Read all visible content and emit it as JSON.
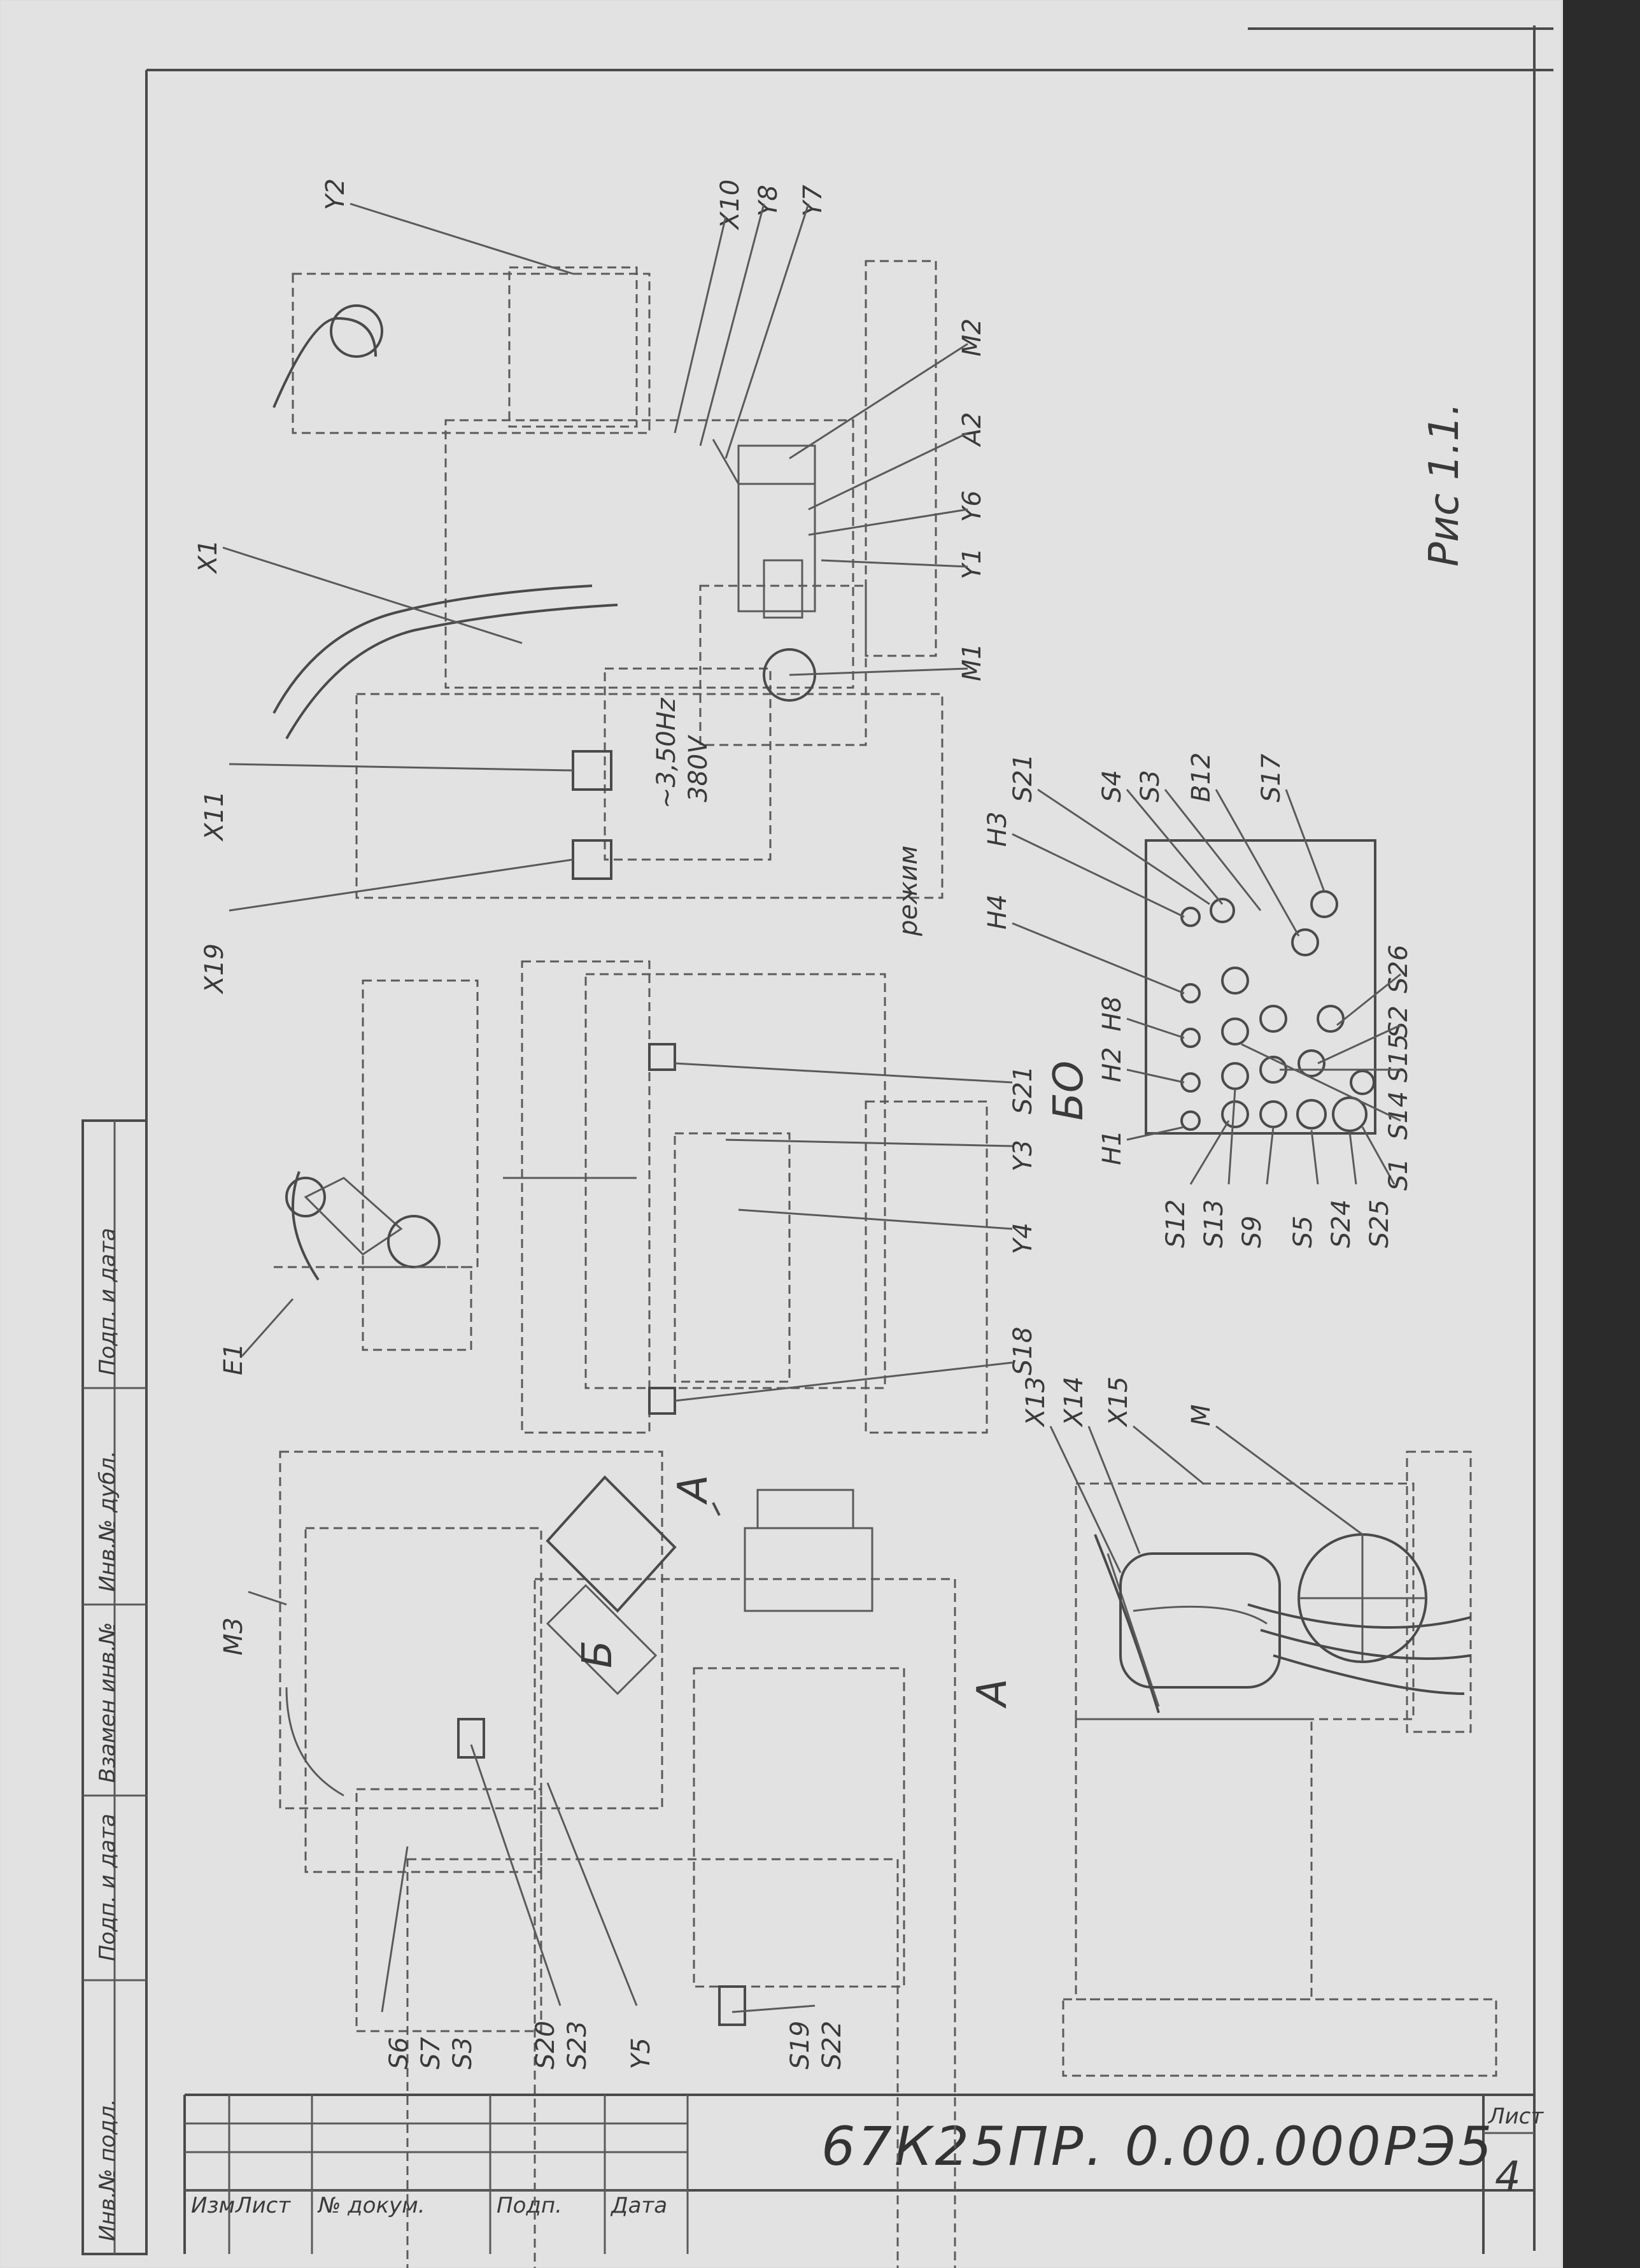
{
  "drawing": {
    "figure_caption": "Рис 1.1.",
    "doc_code": "67К25ПР. 0.00.000РЭ5",
    "sheet_label": "Лист",
    "sheet_number": "4",
    "margin_labels": [
      "Инв.№ подл.",
      "Подп. и дата",
      "Взамен инв.№",
      "Инв.№ дубл.",
      "Подп. и дата"
    ],
    "title_block_small": [
      "Изм",
      "Лист",
      "№ докум.",
      "Подп.",
      "Дата"
    ],
    "view_labels": {
      "view_a_arrow": "А",
      "view_a": "А",
      "view_b": "Б"
    },
    "voltage_label": "~3,50Hz",
    "voltage_label2": "380V",
    "panel_name": "БО",
    "panel_mode": "режим",
    "labels": {
      "x1": "X1",
      "x2": "Y2",
      "x10": "X10",
      "y8": "Y8",
      "y7": "Y7",
      "m2": "M2",
      "a2": "A2",
      "y6": "Y6",
      "y1": "Y1",
      "m1": "M1",
      "x11": "X11",
      "x19": "X19",
      "e1": "E1",
      "s18": "S18",
      "y4": "Y4",
      "y3": "Y3",
      "s21a": "S21",
      "m3": "M3",
      "x13": "X13",
      "x14": "X14",
      "x15": "X15",
      "m": "M",
      "s6": "S6",
      "s7": "S7",
      "s3a": "S3",
      "s20": "S20",
      "s23": "S23",
      "y5": "Y5",
      "s19": "S19",
      "s22": "S22",
      "h1": "H1",
      "h2": "H2",
      "h8": "H8",
      "h4": "H4",
      "h3": "H3",
      "s21": "S21",
      "s4": "S4",
      "s3": "S3",
      "b12": "B12",
      "s17": "S17",
      "s26": "S26",
      "s2": "S2",
      "s15": "S15",
      "s14": "S14",
      "s1": "S1",
      "s12": "S12",
      "s13": "S13",
      "s9": "S9",
      "s5": "S5",
      "s24": "S24",
      "s25": "S25"
    }
  }
}
